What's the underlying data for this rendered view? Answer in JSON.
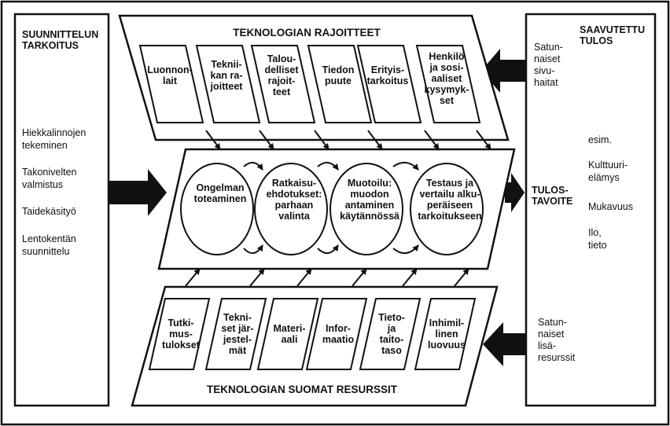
{
  "diagram": {
    "left_box": {
      "title": [
        "SUUNNITTELUN",
        "TARKOITUS"
      ],
      "items": [
        [
          "Hiekkalinnojen",
          "tekeminen"
        ],
        [
          "Takonivelten",
          "valmistus"
        ],
        [
          "Taidekäsityö"
        ],
        [
          "Lentokentän",
          "suunnittelu"
        ]
      ]
    },
    "right_box": {
      "title": [
        "SAAVUTETTU",
        "TULOS"
      ],
      "side_effects": [
        "Satun-",
        "naiset",
        "sivu-",
        "haitat"
      ],
      "goal": [
        "TULOS-",
        "TAVOITE"
      ],
      "examples": {
        "intro": [
          "esim."
        ],
        "items": [
          [
            "Kulttuuri-",
            "elämys"
          ],
          [
            "Mukavuus"
          ],
          [
            "Ilo,",
            "tieto"
          ]
        ]
      },
      "extra_resources": [
        "Satun-",
        "naiset",
        "lisä-",
        "resurssit"
      ]
    },
    "top": {
      "title": "TEKNOLOGIAN RAJOITTEET",
      "cells": [
        [
          "Luonnon-",
          "lait"
        ],
        [
          "Teknii-",
          "kan ra-",
          "joitteet"
        ],
        [
          "Talou-",
          "delliset",
          "rajoit-",
          "teet"
        ],
        [
          "Tiedon",
          "puute"
        ],
        [
          "Erityis-",
          "tarkoitus"
        ],
        [
          "Henkilö",
          "ja sosi-",
          "aaliset",
          "kysymyk-",
          "set"
        ]
      ]
    },
    "middle": {
      "steps": [
        [
          "Ongelman",
          "toteaminen"
        ],
        [
          "Ratkaisu-",
          "ehdotukset:",
          "parhaan",
          "valinta"
        ],
        [
          "Muotoilu:",
          "muodon",
          "antaminen",
          "käytännössä"
        ],
        [
          "Testaus ja",
          "vertailu alku-",
          "peräiseen",
          "tarkoitukseen"
        ]
      ]
    },
    "bottom": {
      "title": "TEKNOLOGIAN SUOMAT RESURSSIT",
      "cells": [
        [
          "Tutki-",
          "mus-",
          "tulokset"
        ],
        [
          "Tekni-",
          "set jär-",
          "jestel-",
          "mät"
        ],
        [
          "Materi-",
          "aali"
        ],
        [
          "Infor-",
          "maatio"
        ],
        [
          "Tieto-",
          "ja",
          "taito-",
          "taso"
        ],
        [
          "Inhimil-",
          "linen",
          "luovuus"
        ]
      ]
    },
    "colors": {
      "ink": "#111111",
      "paper": "#ffffff"
    }
  }
}
